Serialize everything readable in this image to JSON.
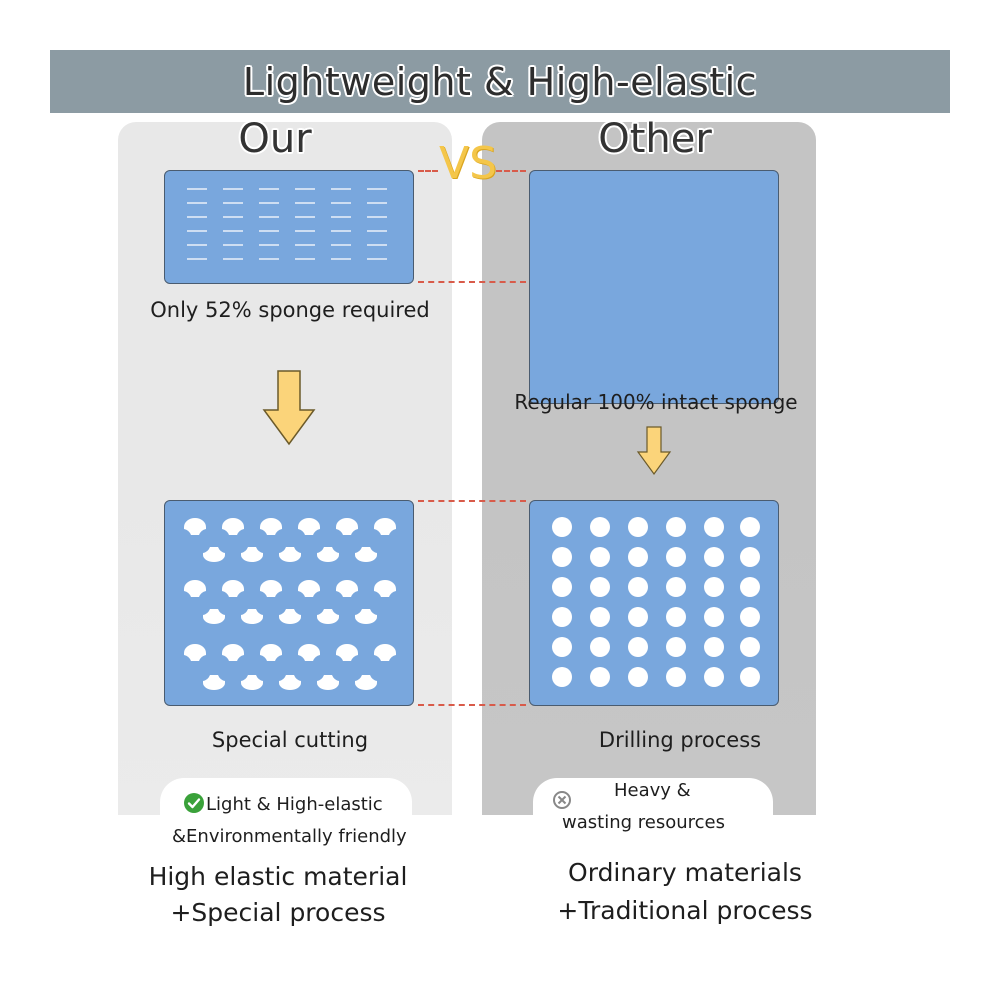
{
  "header": {
    "title": "Lightweight & High-elastic"
  },
  "vs_label": "VS",
  "left": {
    "heading": "Our",
    "top_caption": "Only 52% sponge required",
    "bottom_caption": "Special cutting",
    "benefit_line1": "Light & High-elastic",
    "benefit_line2": "&Environmentally friendly",
    "benefit_icon": "check-circle-icon",
    "summary_line1": "High elastic material",
    "summary_line2": "+Special process"
  },
  "right": {
    "heading": "Other",
    "top_caption": "Regular 100% intact sponge",
    "bottom_caption": "Drilling process",
    "benefit_line1": "Heavy &",
    "benefit_line2": "wasting resources",
    "benefit_icon": "x-circle-icon",
    "summary_line1": "Ordinary materials",
    "summary_line2": "+Traditional process"
  },
  "colors": {
    "banner": "#8c9ba3",
    "left_column": "#e8e8e8",
    "right_column": "#c4c4c4",
    "sponge": "#79a7dd",
    "arrow": "#fbd47a",
    "dashed_line": "#d85b4a",
    "check": "#3aa13a"
  }
}
